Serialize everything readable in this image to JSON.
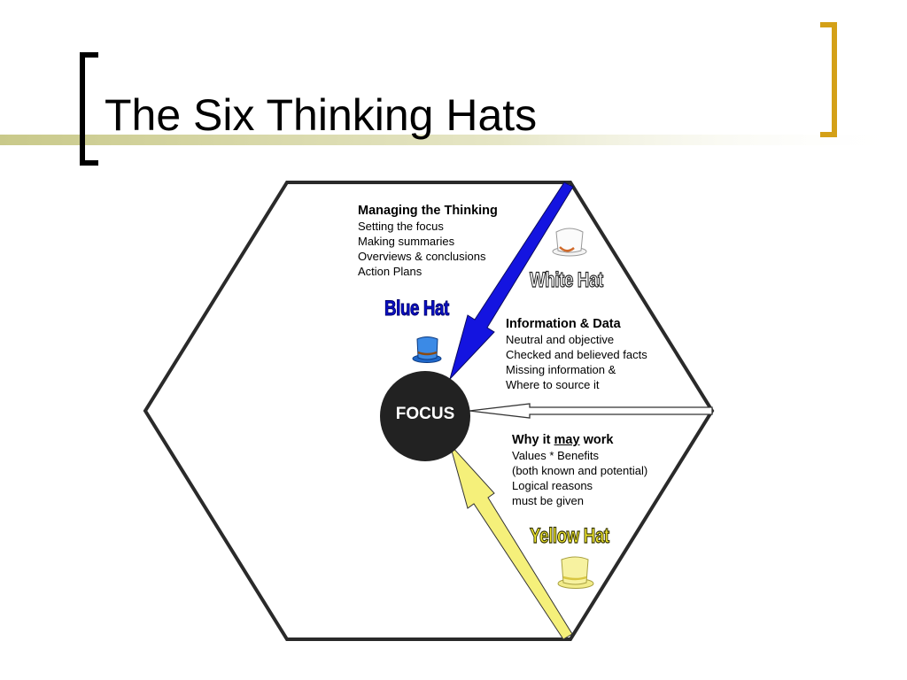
{
  "slide": {
    "title": "The Six Thinking Hats"
  },
  "diagram": {
    "center_label": "FOCUS",
    "blue_hat": {
      "label": "Blue Hat",
      "heading": "Managing the Thinking",
      "lines": [
        "Setting the focus",
        "Making summaries",
        "Overviews & conclusions",
        "Action Plans"
      ]
    },
    "white_hat": {
      "label": "White Hat",
      "heading": "Information & Data",
      "lines": [
        "Neutral and objective",
        "Checked and believed facts",
        "Missing information &",
        "Where to source it"
      ]
    },
    "yellow_hat": {
      "label": "Yellow Hat",
      "heading_prefix": "Why it ",
      "heading_emphasis": "may",
      "heading_suffix": " work",
      "lines": [
        "Values * Benefits",
        "(both known and potential)",
        "Logical reasons",
        "must be given"
      ]
    }
  },
  "colors": {
    "bracket_left": "#000000",
    "bracket_right": "#d4a017",
    "blue_arrow": "#1414e0",
    "yellow_arrow": "#f5f07a",
    "white_arrow": "#ffffff",
    "focus_circle": "#222222",
    "blue_hat_text": "#0a10c8",
    "white_hat_text": "#ffffff",
    "yellow_hat_text": "#f2e830"
  }
}
